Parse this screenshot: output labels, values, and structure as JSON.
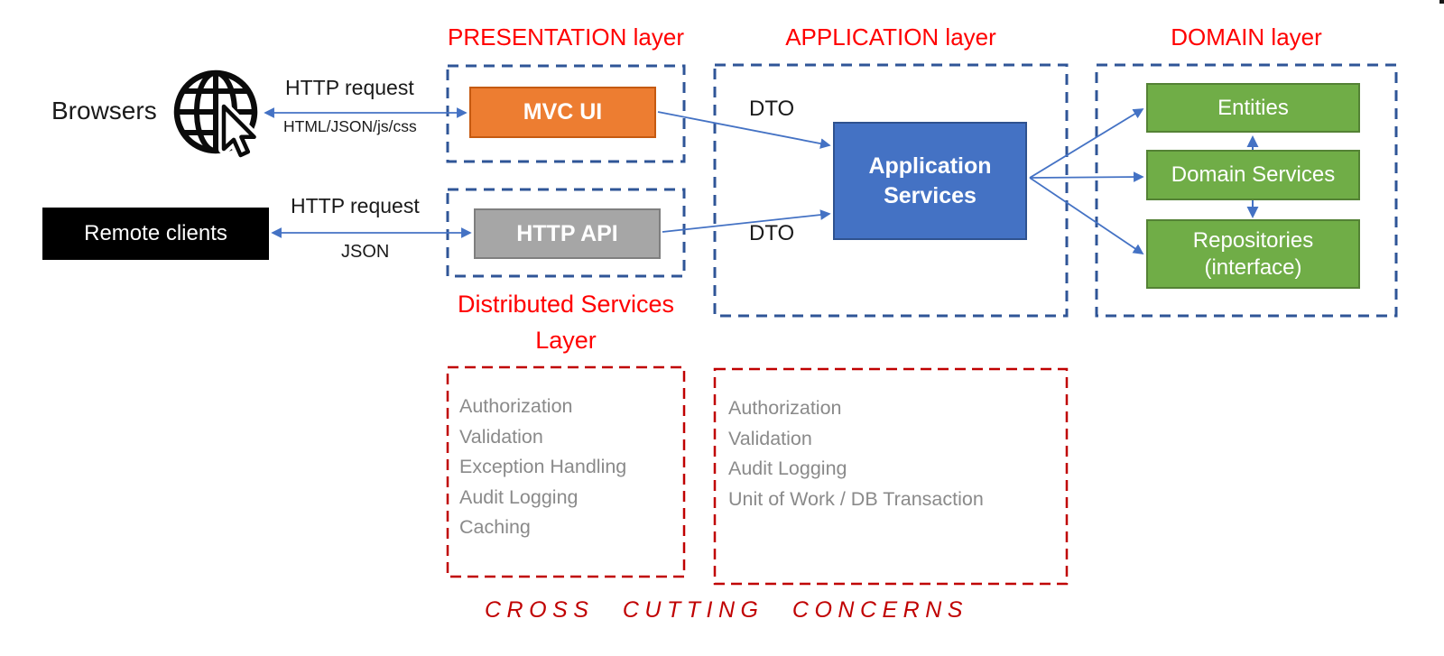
{
  "clients": {
    "browsers_label": "Browsers",
    "remote_clients_label": "Remote clients",
    "browser_link": {
      "label": "HTTP request",
      "sublabel": "HTML/JSON/js/css"
    },
    "remote_link": {
      "label": "HTTP request",
      "sublabel": "JSON"
    }
  },
  "presentation": {
    "title": "PRESENTATION layer",
    "mvc_ui_label": "MVC UI",
    "http_api_label": "HTTP API",
    "distributed_title_lines": [
      "Distributed Services",
      "Layer"
    ]
  },
  "application": {
    "title": "APPLICATION layer",
    "dto_top": "DTO",
    "dto_bottom": "DTO",
    "services_label_lines": [
      "Application",
      "Services"
    ]
  },
  "domain": {
    "title": "DOMAIN layer",
    "entities_label": "Entities",
    "domain_services_label": "Domain Services",
    "repositories_label_lines": [
      "Repositories",
      "(interface)"
    ]
  },
  "cross_cutting": {
    "title": "CROSS CUTTING CONCERNS",
    "distributed_concerns": [
      "Authorization",
      "Validation",
      "Exception Handling",
      "Audit Logging",
      "Caching"
    ],
    "application_concerns": [
      "Authorization",
      "Validation",
      "Audit Logging",
      "Unit of Work / DB Transaction"
    ]
  },
  "colors": {
    "layer_title_red": "#FF0000",
    "cross_cutting_red": "#C00000",
    "arrow_blue": "#4472C4",
    "dashed_border_blue": "#2F5597",
    "mvc_orange": "#ED7D31",
    "api_gray": "#A6A6A6",
    "services_blue": "#4472C4",
    "domain_green": "#70AD47",
    "concern_text_gray": "#8A8A8A"
  }
}
